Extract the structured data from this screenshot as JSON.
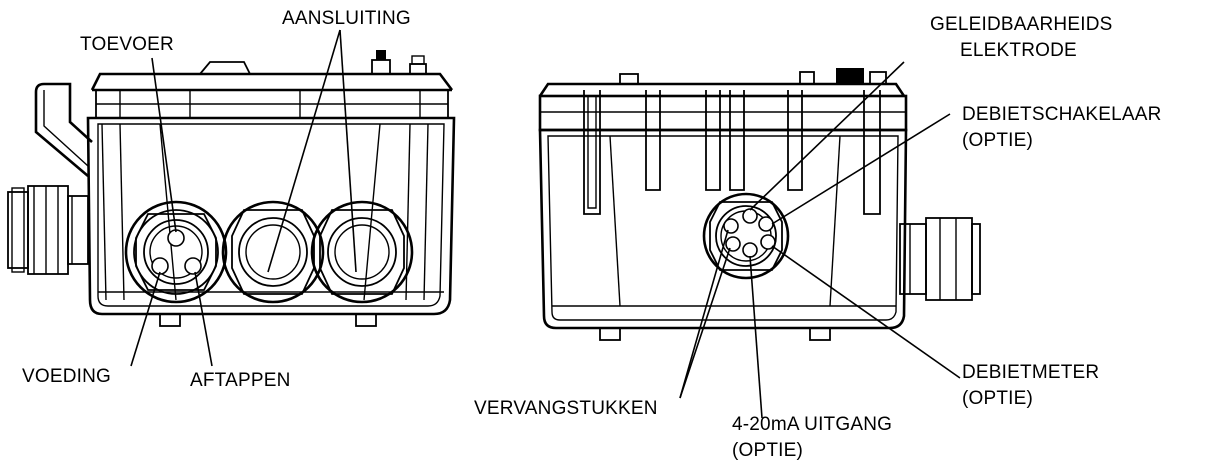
{
  "labels": {
    "toevoer": "TOEVOER",
    "aansluiting": "AANSLUITING",
    "voeding": "VOEDING",
    "aftappen": "AFTAPPEN",
    "geleidbaarheids_line1": "GELEIDBAARHEIDS",
    "geleidbaarheids_line2": "ELEKTRODE",
    "debietschakelaar_line1": "DEBIETSCHAKELAAR",
    "debietschakelaar_line2": "(OPTIE)",
    "debietmeter_line1": "DEBIETMETER",
    "debietmeter_line2": "(OPTIE)",
    "vervangstukken": "VERVANGSTUKKEN",
    "uitgang_line1": "4-20mA UITGANG",
    "uitgang_line2": "(OPTIE)"
  },
  "colors": {
    "line": "#000000",
    "background": "#ffffff"
  }
}
